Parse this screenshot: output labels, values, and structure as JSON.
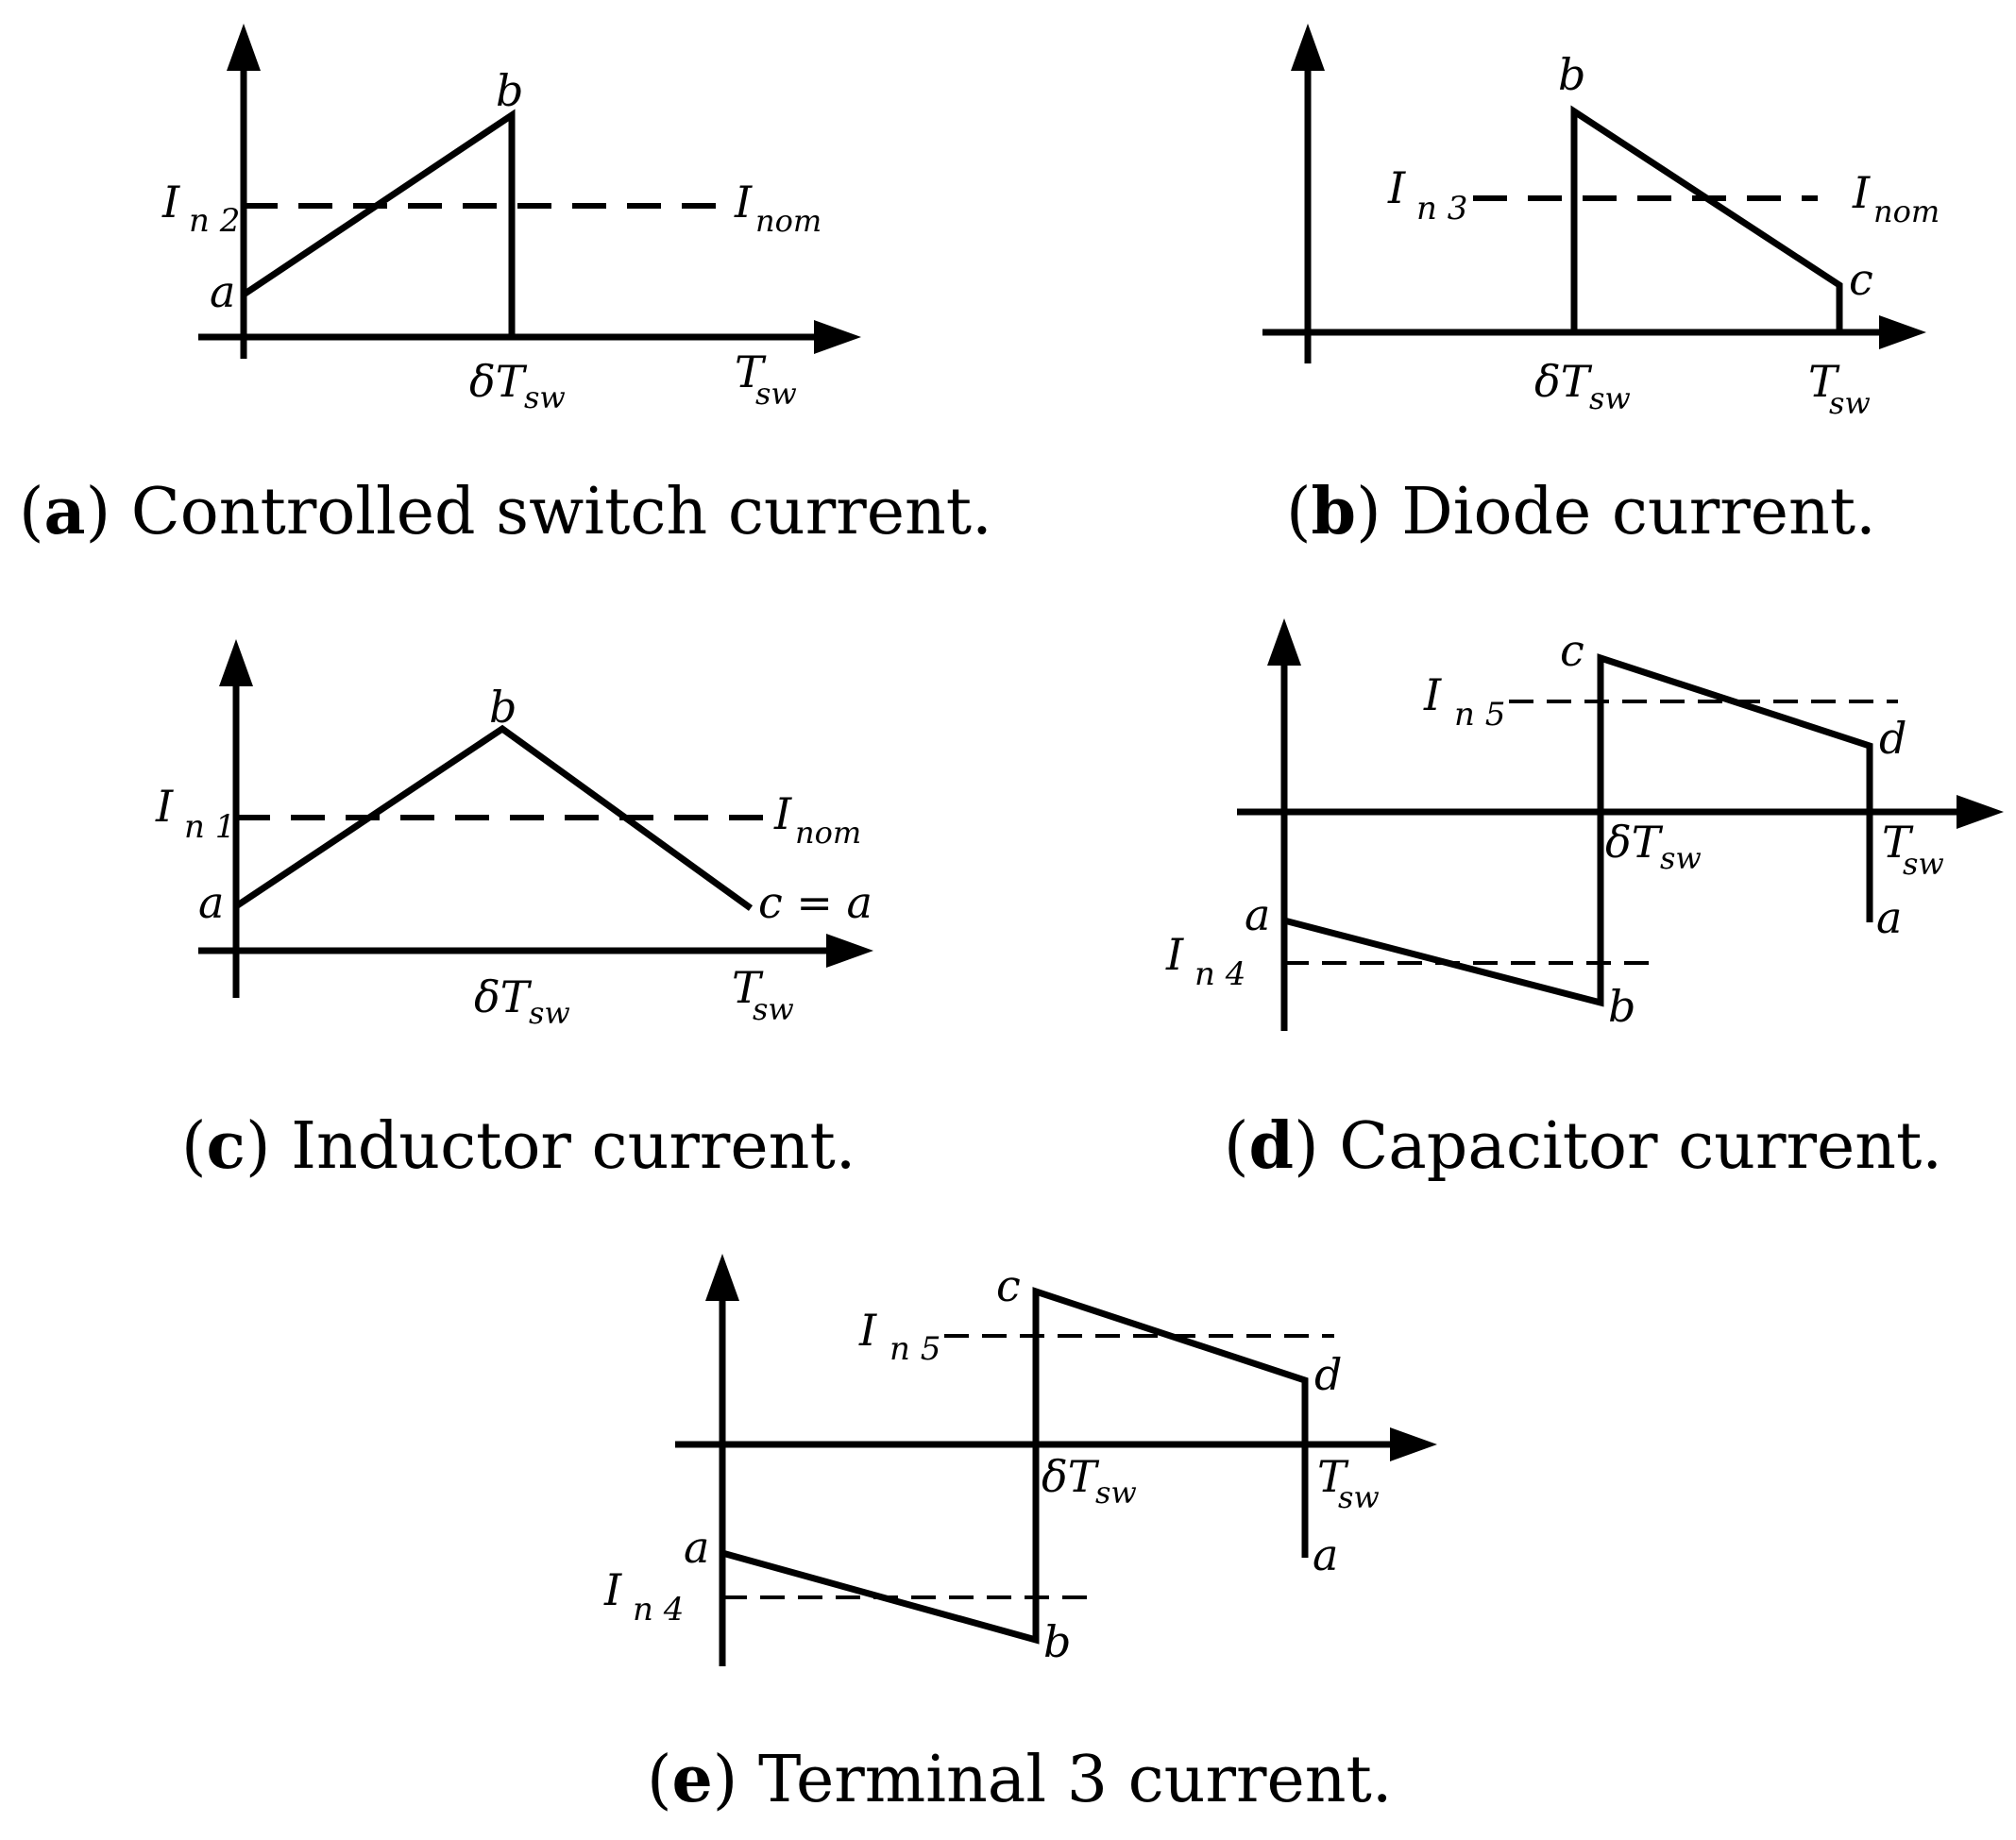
{
  "panels": {
    "a": {
      "caption_letter": "a",
      "caption_text": "Controlled switch current.",
      "labels": {
        "a": "a",
        "b": "b",
        "level": "I",
        "level_sub": "n 2",
        "nom": "I",
        "nom_sub": "nom",
        "delta_t": "δT",
        "delta_sub": "sw",
        "t": "T",
        "t_sub": "sw"
      }
    },
    "b": {
      "caption_letter": "b",
      "caption_text": "Diode current.",
      "labels": {
        "b": "b",
        "c": "c",
        "level": "I",
        "level_sub": "n 3",
        "nom": "I",
        "nom_sub": "nom",
        "delta_t": "δT",
        "delta_sub": "sw",
        "t": "T",
        "t_sub": "sw"
      }
    },
    "c": {
      "caption_letter": "c",
      "caption_text": "Inductor current.",
      "labels": {
        "a": "a",
        "b": "b",
        "c_eq_a": "c = a",
        "level": "I",
        "level_sub": "n 1",
        "nom": "I",
        "nom_sub": "nom",
        "delta_t": "δT",
        "delta_sub": "sw",
        "t": "T",
        "t_sub": "sw"
      }
    },
    "d": {
      "caption_letter": "d",
      "caption_text": "Capacitor current.",
      "labels": {
        "a": "a",
        "b": "b",
        "c": "c",
        "d": "d",
        "a_end": "a",
        "level_hi": "I",
        "level_hi_sub": "n 5",
        "level_lo": "I",
        "level_lo_sub": "n 4",
        "delta_t": "δT",
        "delta_sub": "sw",
        "t": "T",
        "t_sub": "sw"
      }
    },
    "e": {
      "caption_letter": "e",
      "caption_text": "Terminal 3 current.",
      "labels": {
        "a": "a",
        "b": "b",
        "c": "c",
        "d": "d",
        "a_end": "a",
        "level_hi": "I",
        "level_hi_sub": "n 5",
        "level_lo": "I",
        "level_lo_sub": "n 4",
        "delta_t": "δT",
        "delta_sub": "sw",
        "t": "T",
        "t_sub": "sw"
      }
    }
  }
}
